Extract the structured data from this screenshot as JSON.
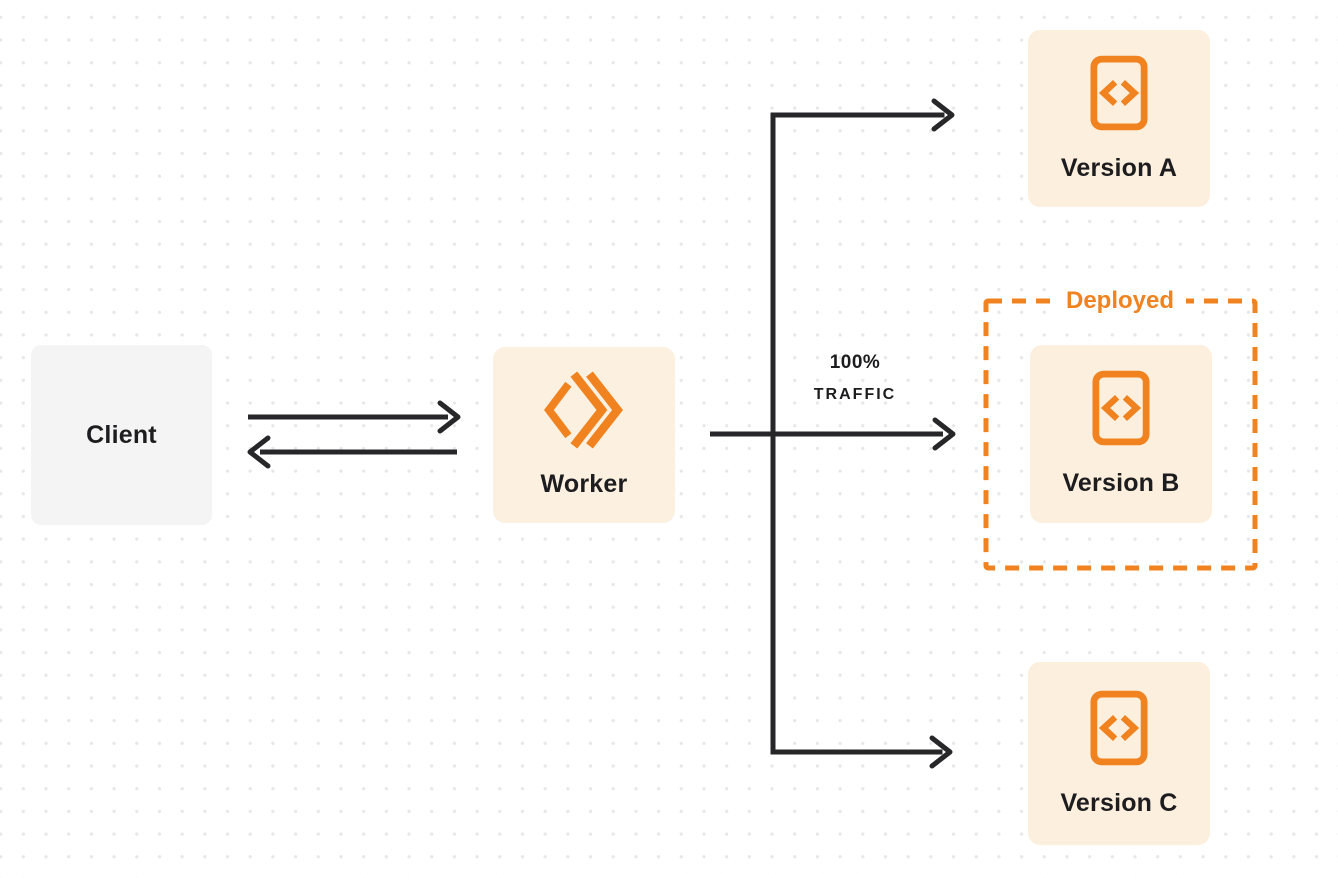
{
  "nodes": {
    "client": {
      "label": "Client"
    },
    "worker": {
      "label": "Worker"
    },
    "version_a": {
      "label": "Version A"
    },
    "version_b": {
      "label": "Version B"
    },
    "version_c": {
      "label": "Version C"
    }
  },
  "annotations": {
    "traffic_percent": "100%",
    "traffic_word": "TRAFFIC",
    "deployed": "Deployed"
  },
  "icons": {
    "worker_logo": "cloudflare-workers-icon",
    "version_icon": "code-file-icon"
  },
  "colors": {
    "accent_orange": "#f0831f",
    "node_cream": "#fcefdd",
    "worker_cream": "#fcf0e1",
    "client_gray": "#f4f4f5",
    "arrow_dark": "#27272a",
    "text_dark": "#1d1d1f",
    "grid_dot": "#e7e7e9",
    "background": "#ffffff"
  }
}
